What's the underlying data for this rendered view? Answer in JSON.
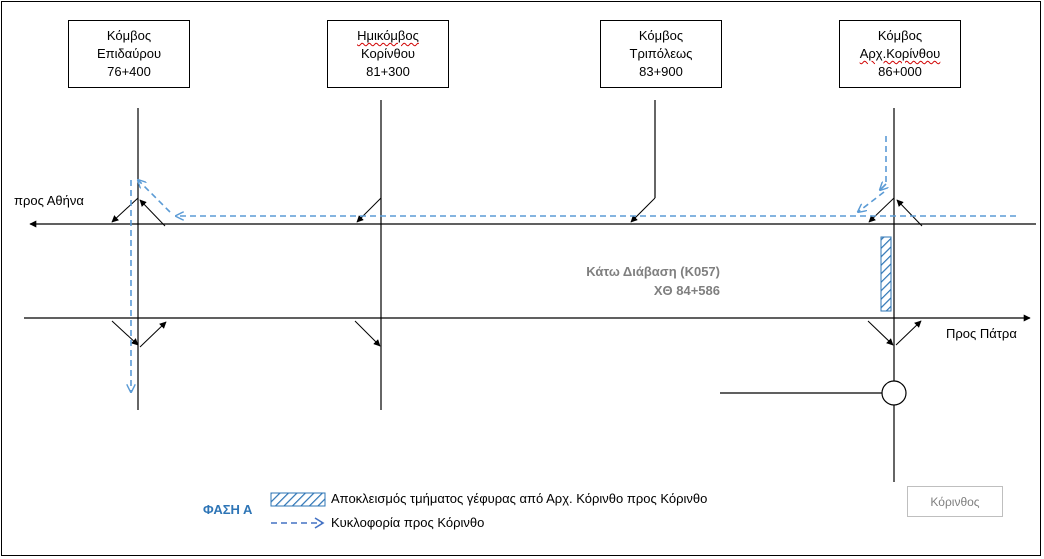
{
  "nodes": [
    {
      "id": "epidavrou",
      "line1": "Κόμβος",
      "line2": "Επιδαύρου",
      "km": "76+400"
    },
    {
      "id": "hmikorinthou",
      "line1": "Ημικόμβος",
      "line2": "Κορίνθου",
      "km": "81+300"
    },
    {
      "id": "tripoleos",
      "line1": "Κόμβος",
      "line2": "Τριπόλεως",
      "km": "83+900"
    },
    {
      "id": "arxkorinthou",
      "line1": "Κόμβος",
      "line2": "Αρχ.Κορίνθου",
      "km": "86+000"
    }
  ],
  "directions": {
    "to_athens": "προς Αθήνα",
    "to_patra": "Προς Πάτρα"
  },
  "underpass": {
    "name": "Κάτω Διάβαση (Κ057)",
    "chainage": "ΧΘ 84+586"
  },
  "legend": {
    "phase": "ΦΑΣΗ Α",
    "closure": "Αποκλεισμός τμήματος γέφυρας από Αρχ. Κόρινθο προς Κόρινθο",
    "traffic": "Κυκλοφορία προς Κόρινθο"
  },
  "city_box": "Κόρινθος",
  "colors": {
    "line": "#000000",
    "detour": "#5b9bd5",
    "phase_text": "#2e75b6",
    "underpass_text": "#7f7f7f"
  }
}
